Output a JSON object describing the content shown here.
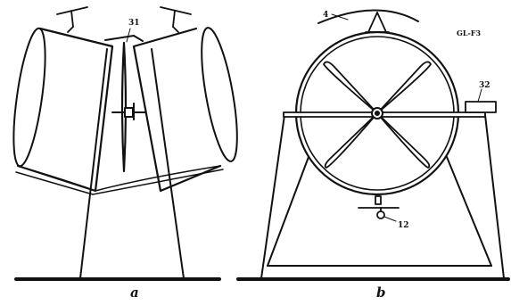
{
  "labels": {
    "part_31": "31",
    "part_4": "4",
    "part_32": "32",
    "part_12": "12",
    "code": "GL-F3",
    "panel_a": "a",
    "panel_b": "b"
  }
}
